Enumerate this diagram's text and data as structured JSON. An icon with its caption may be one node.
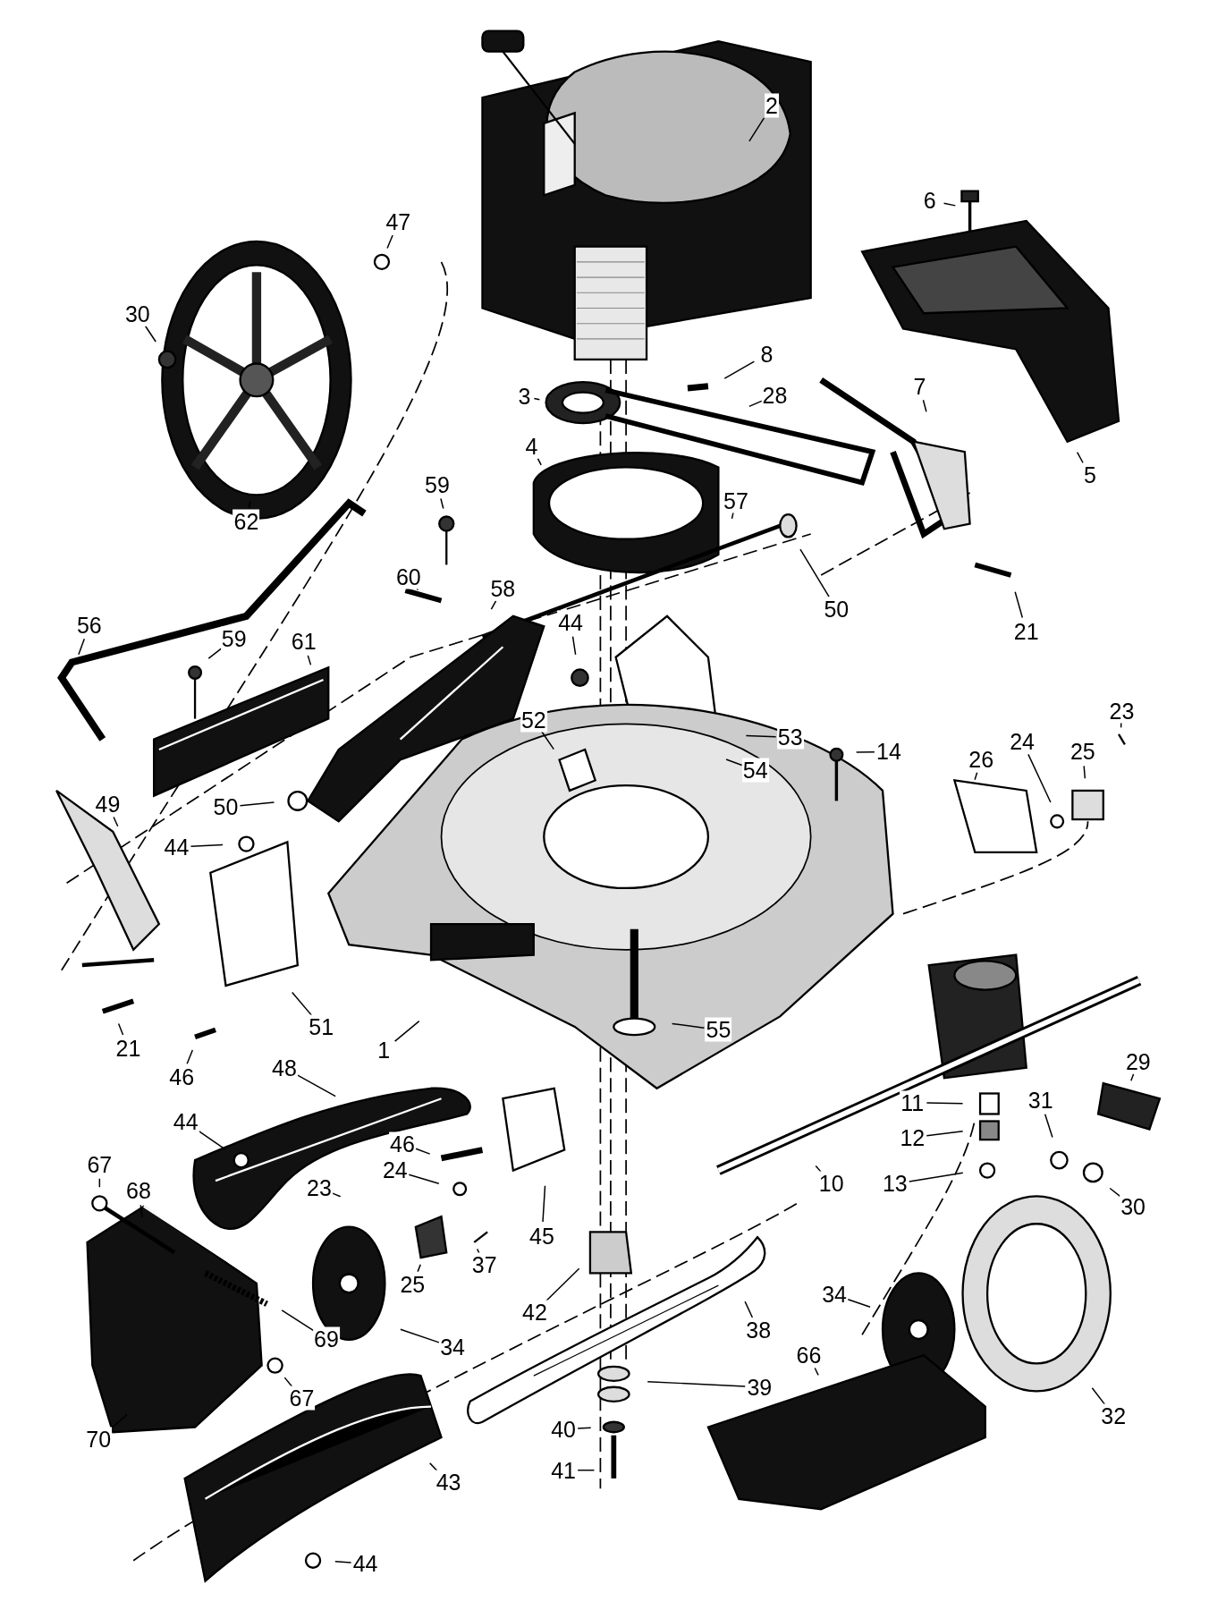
{
  "diagram": {
    "nodes": [
      {
        "text": [
          "2"
        ]
      },
      {
        "text": [
          "47"
        ]
      },
      {
        "text": [
          "6"
        ]
      },
      {
        "text": [
          "30"
        ]
      },
      {
        "text": [
          "8"
        ]
      },
      {
        "text": [
          "7"
        ]
      },
      {
        "text": [
          "3"
        ]
      },
      {
        "text": [
          "28"
        ]
      },
      {
        "text": [
          "4"
        ]
      },
      {
        "text": [
          "5"
        ]
      },
      {
        "text": [
          "59"
        ]
      },
      {
        "text": [
          "57"
        ]
      },
      {
        "text": [
          "62"
        ]
      },
      {
        "text": [
          "60"
        ]
      },
      {
        "text": [
          "58"
        ]
      },
      {
        "text": [
          "50"
        ]
      },
      {
        "text": [
          "56"
        ]
      },
      {
        "text": [
          "44"
        ]
      },
      {
        "text": [
          "21"
        ]
      },
      {
        "text": [
          "59"
        ]
      },
      {
        "text": [
          "61"
        ]
      },
      {
        "text": [
          "23"
        ]
      },
      {
        "text": [
          "52"
        ]
      },
      {
        "text": [
          "53"
        ]
      },
      {
        "text": [
          "24"
        ]
      },
      {
        "text": [
          "14"
        ]
      },
      {
        "text": [
          "25"
        ]
      },
      {
        "text": [
          "26"
        ]
      },
      {
        "text": [
          "54"
        ]
      },
      {
        "text": [
          "49"
        ]
      },
      {
        "text": [
          "50"
        ]
      },
      {
        "text": [
          "44"
        ]
      },
      {
        "text": [
          "51"
        ]
      },
      {
        "text": [
          "55"
        ]
      },
      {
        "text": [
          "21"
        ]
      },
      {
        "text": [
          "1"
        ]
      },
      {
        "text": [
          "29"
        ]
      },
      {
        "text": [
          "48"
        ]
      },
      {
        "text": [
          "46"
        ]
      },
      {
        "text": [
          "31"
        ]
      },
      {
        "text": [
          "11"
        ]
      },
      {
        "text": [
          "44"
        ]
      },
      {
        "text": [
          "12"
        ]
      },
      {
        "text": [
          "46"
        ]
      },
      {
        "text": [
          "67"
        ]
      },
      {
        "text": [
          "24"
        ]
      },
      {
        "text": [
          "10"
        ]
      },
      {
        "text": [
          "13"
        ]
      },
      {
        "text": [
          "23"
        ]
      },
      {
        "text": [
          "68"
        ]
      },
      {
        "text": [
          "30"
        ]
      },
      {
        "text": [
          "45"
        ]
      },
      {
        "text": [
          "37"
        ]
      },
      {
        "text": [
          "25"
        ]
      },
      {
        "text": [
          "34"
        ]
      },
      {
        "text": [
          "42"
        ]
      },
      {
        "text": [
          "38"
        ]
      },
      {
        "text": [
          "69"
        ]
      },
      {
        "text": [
          "34"
        ]
      },
      {
        "text": [
          "66"
        ]
      },
      {
        "text": [
          "67"
        ]
      },
      {
        "text": [
          "39"
        ]
      },
      {
        "text": [
          "32"
        ]
      },
      {
        "text": [
          "40"
        ]
      },
      {
        "text": [
          "70"
        ]
      },
      {
        "text": [
          "41"
        ]
      },
      {
        "text": [
          "43"
        ]
      },
      {
        "text": [
          "44"
        ]
      }
    ],
    "edges": [
      {
        "from": 0,
        "to": null,
        "arrow": "none"
      },
      {
        "from": 1,
        "to": null,
        "arrow": "none"
      },
      {
        "from": 2,
        "to": null,
        "arrow": "none"
      },
      {
        "from": 3,
        "to": null,
        "arrow": "none"
      },
      {
        "from": 4,
        "to": null,
        "arrow": "none"
      },
      {
        "from": 5,
        "to": null,
        "arrow": "none"
      },
      {
        "from": 6,
        "to": null,
        "arrow": "none"
      },
      {
        "from": 7,
        "to": null,
        "arrow": "none"
      },
      {
        "from": 8,
        "to": null,
        "arrow": "none"
      },
      {
        "from": 9,
        "to": null,
        "arrow": "none"
      },
      {
        "from": 10,
        "to": null,
        "arrow": "none"
      },
      {
        "from": 11,
        "to": null,
        "arrow": "none"
      },
      {
        "from": 12,
        "to": null,
        "arrow": "none"
      },
      {
        "from": 13,
        "to": null,
        "arrow": "none"
      },
      {
        "from": 14,
        "to": null,
        "arrow": "none"
      },
      {
        "from": 15,
        "to": null,
        "arrow": "none"
      },
      {
        "from": 16,
        "to": null,
        "arrow": "none"
      },
      {
        "from": 17,
        "to": null,
        "arrow": "none"
      },
      {
        "from": 18,
        "to": null,
        "arrow": "none"
      },
      {
        "from": 19,
        "to": null,
        "arrow": "none"
      },
      {
        "from": 20,
        "to": null,
        "arrow": "none"
      },
      {
        "from": 21,
        "to": null,
        "arrow": "none"
      },
      {
        "from": 22,
        "to": null,
        "arrow": "none"
      },
      {
        "from": 23,
        "to": null,
        "arrow": "none"
      },
      {
        "from": 24,
        "to": null,
        "arrow": "none"
      },
      {
        "from": 25,
        "to": null,
        "arrow": "none"
      },
      {
        "from": 26,
        "to": null,
        "arrow": "none"
      },
      {
        "from": 27,
        "to": null,
        "arrow": "none"
      },
      {
        "from": 28,
        "to": null,
        "arrow": "none"
      },
      {
        "from": 29,
        "to": null,
        "arrow": "none"
      },
      {
        "from": 30,
        "to": null,
        "arrow": "none"
      },
      {
        "from": 31,
        "to": null,
        "arrow": "none"
      },
      {
        "from": 32,
        "to": null,
        "arrow": "none"
      },
      {
        "from": 33,
        "to": null,
        "arrow": "none"
      },
      {
        "from": 34,
        "to": null,
        "arrow": "none"
      },
      {
        "from": 35,
        "to": null,
        "arrow": "none"
      },
      {
        "from": 36,
        "to": null,
        "arrow": "none"
      },
      {
        "from": 37,
        "to": null,
        "arrow": "none"
      },
      {
        "from": 38,
        "to": null,
        "arrow": "none"
      },
      {
        "from": 39,
        "to": null,
        "arrow": "none"
      },
      {
        "from": 40,
        "to": null,
        "arrow": "none"
      },
      {
        "from": 41,
        "to": null,
        "arrow": "none"
      },
      {
        "from": 42,
        "to": null,
        "arrow": "none"
      },
      {
        "from": 43,
        "to": null,
        "arrow": "none"
      },
      {
        "from": 44,
        "to": null,
        "arrow": "none"
      },
      {
        "from": 45,
        "to": null,
        "arrow": "none"
      },
      {
        "from": 46,
        "to": null,
        "arrow": "none"
      },
      {
        "from": 47,
        "to": null,
        "arrow": "none"
      },
      {
        "from": 48,
        "to": null,
        "arrow": "none"
      },
      {
        "from": 49,
        "to": null,
        "arrow": "none"
      },
      {
        "from": 50,
        "to": null,
        "arrow": "none"
      },
      {
        "from": 51,
        "to": null,
        "arrow": "none"
      },
      {
        "from": 52,
        "to": null,
        "arrow": "none"
      },
      {
        "from": 53,
        "to": null,
        "arrow": "none"
      },
      {
        "from": 54,
        "to": null,
        "arrow": "none"
      },
      {
        "from": 55,
        "to": null,
        "arrow": "none"
      },
      {
        "from": 56,
        "to": null,
        "arrow": "none"
      },
      {
        "from": 57,
        "to": null,
        "arrow": "none"
      },
      {
        "from": 58,
        "to": null,
        "arrow": "none"
      },
      {
        "from": 59,
        "to": null,
        "arrow": "none"
      },
      {
        "from": 60,
        "to": null,
        "arrow": "none"
      },
      {
        "from": 61,
        "to": null,
        "arrow": "none"
      },
      {
        "from": 62,
        "to": null,
        "arrow": "none"
      },
      {
        "from": 63,
        "to": null,
        "arrow": "none"
      },
      {
        "from": 64,
        "to": null,
        "arrow": "none"
      },
      {
        "from": 65,
        "to": null,
        "arrow": "none"
      },
      {
        "from": 66,
        "to": null,
        "arrow": "none"
      },
      {
        "from": 67,
        "to": null,
        "arrow": "none"
      }
    ]
  }
}
